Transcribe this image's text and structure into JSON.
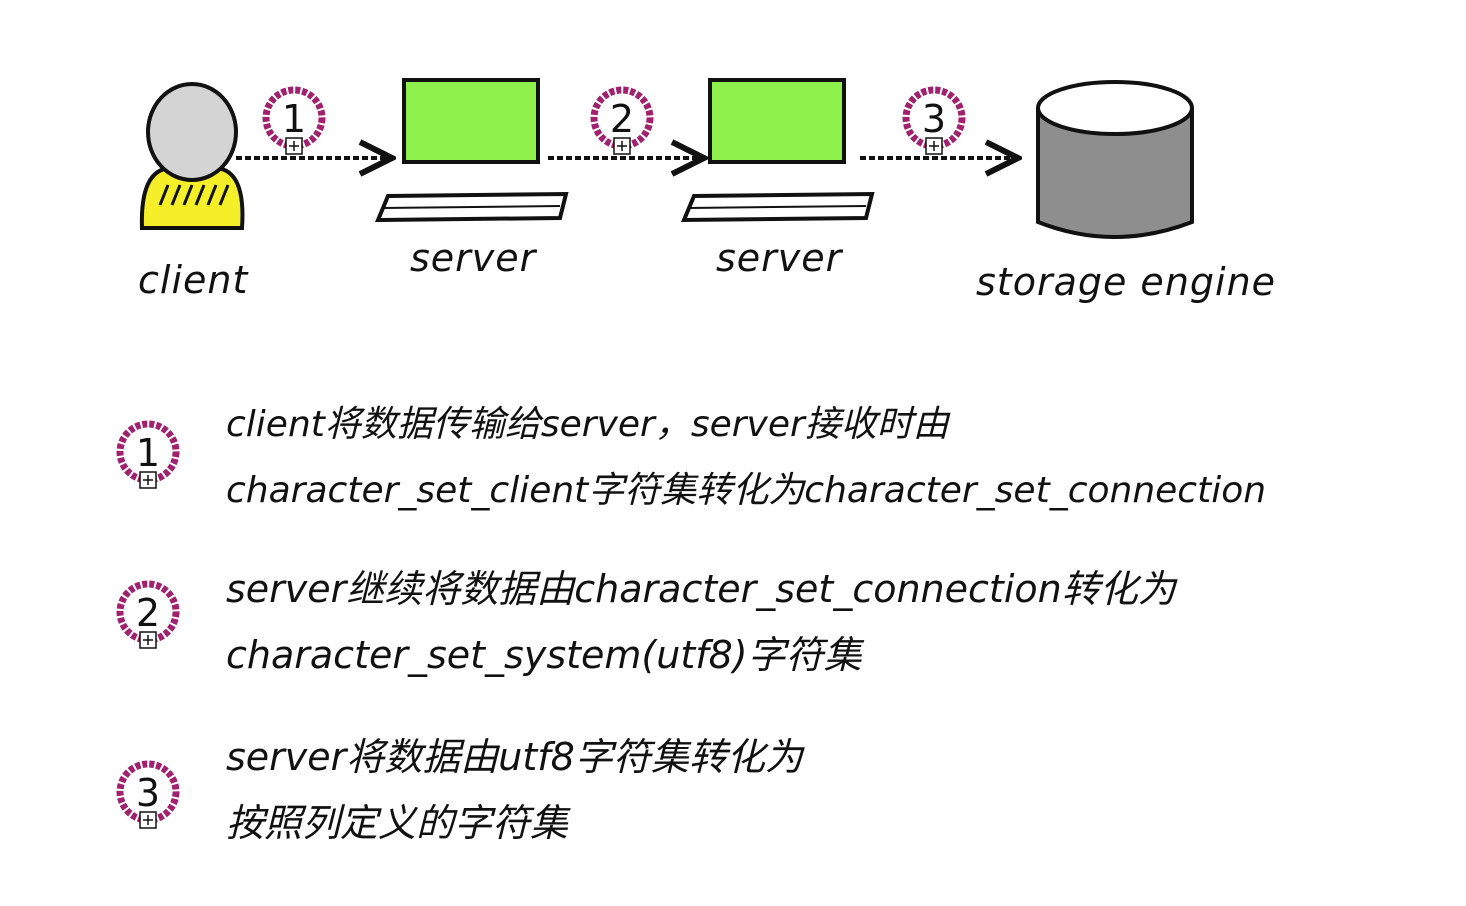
{
  "diagram": {
    "nodes": {
      "client": "client",
      "server1": "server",
      "server2": "server",
      "storage": "storage engine"
    },
    "steps": [
      {
        "num": "1",
        "lines": [
          "client将数据传输给server，server接收时由",
          "character_set_client字符集转化为character_set_connection"
        ]
      },
      {
        "num": "2",
        "lines": [
          "server继续将数据由character_set_connection转化为",
          "character_set_system(utf8)字符集"
        ]
      },
      {
        "num": "3",
        "lines": [
          "server将数据由utf8字符集转化为",
          "按照列定义的字符集"
        ]
      }
    ]
  },
  "colors": {
    "badge_ring": "#a0226e",
    "client_head": "#d4d4d4",
    "client_body": "#f5ef2a",
    "screen": "#8ef04a",
    "cylinder": "#8e8e8e"
  }
}
